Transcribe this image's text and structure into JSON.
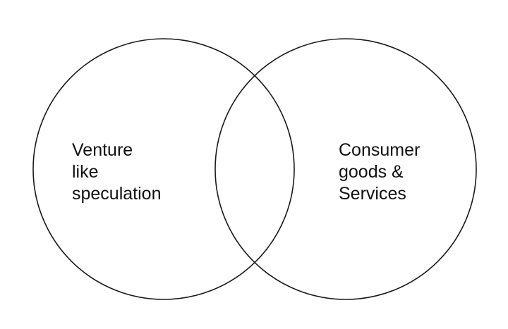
{
  "diagram": {
    "type": "venn",
    "stroke_color": "#1a1a1a",
    "sets": [
      {
        "label_lines": [
          "Venture",
          "like",
          "speculation"
        ]
      },
      {
        "label_lines": [
          "Consumer",
          "goods &",
          "Services"
        ]
      }
    ]
  }
}
